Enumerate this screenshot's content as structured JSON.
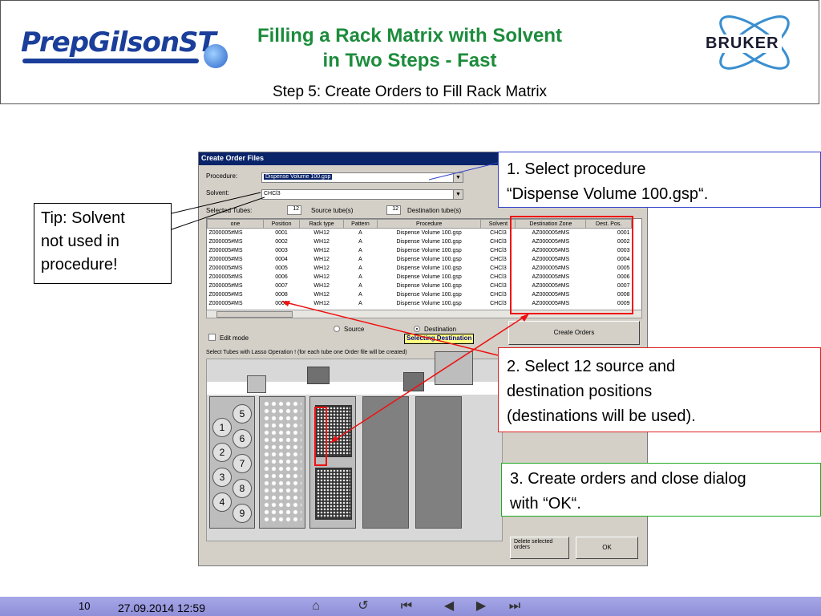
{
  "header": {
    "logo_text": "PrepGilsonST",
    "title_line1": "Filling a Rack Matrix with Solvent",
    "title_line2": "in Two Steps - Fast",
    "subtitle": "Step 5: Create Orders to Fill Rack Matrix",
    "brand": "BRUKER"
  },
  "dialog": {
    "title": "Create Order Files",
    "procedure_label": "Procedure:",
    "procedure_value": "Dispense Volume 100.gsp",
    "solvent_label": "Solvent:",
    "solvent_value": "CHCl3",
    "selected_tubes_label": "Selected Tubes:",
    "source_count": "12",
    "source_label": "Source tube(s)",
    "dest_count": "12",
    "dest_label": "Destination tube(s)",
    "columns": [
      "one",
      "Position",
      "Rack type",
      "Pattern",
      "Procedure",
      "Solvent",
      "Destination Zone",
      "Dest. Pos."
    ],
    "rows": [
      [
        "Z000005#MS",
        "0001",
        "WH12",
        "A",
        "Dispense Volume 100.gsp",
        "CHCl3",
        "AZ000005#MS",
        "0001"
      ],
      [
        "Z000005#MS",
        "0002",
        "WH12",
        "A",
        "Dispense Volume 100.gsp",
        "CHCl3",
        "AZ000005#MS",
        "0002"
      ],
      [
        "Z000005#MS",
        "0003",
        "WH12",
        "A",
        "Dispense Volume 100.gsp",
        "CHCl3",
        "AZ000005#MS",
        "0003"
      ],
      [
        "Z000005#MS",
        "0004",
        "WH12",
        "A",
        "Dispense Volume 100.gsp",
        "CHCl3",
        "AZ000005#MS",
        "0004"
      ],
      [
        "Z000005#MS",
        "0005",
        "WH12",
        "A",
        "Dispense Volume 100.gsp",
        "CHCl3",
        "AZ000005#MS",
        "0005"
      ],
      [
        "Z000005#MS",
        "0006",
        "WH12",
        "A",
        "Dispense Volume 100.gsp",
        "CHCl3",
        "AZ000005#MS",
        "0006"
      ],
      [
        "Z000005#MS",
        "0007",
        "WH12",
        "A",
        "Dispense Volume 100.gsp",
        "CHCl3",
        "AZ000005#MS",
        "0007"
      ],
      [
        "Z000005#MS",
        "0008",
        "WH12",
        "A",
        "Dispense Volume 100.gsp",
        "CHCl3",
        "AZ000005#MS",
        "0008"
      ],
      [
        "Z000005#MS",
        "0009",
        "WH12",
        "A",
        "Dispense Volume 100.gsp",
        "CHCl3",
        "AZ000005#MS",
        "0009"
      ]
    ],
    "edit_mode_label": "Edit mode",
    "radio_source": "Source",
    "radio_destination": "Destination",
    "selecting_badge": "Selecting Destination",
    "create_orders_button": "Create Orders",
    "lasso_hint": "Select Tubes with Lasso Operation ! (for each tube one Order file will be created)",
    "delete_button": "Delete selected orders",
    "ok_button": "OK",
    "rack_numbers": [
      "1",
      "2",
      "3",
      "4",
      "5",
      "6",
      "7",
      "8",
      "9"
    ]
  },
  "callouts": {
    "step1_line1": "1. Select procedure",
    "step1_line2": "“Dispense Volume 100.gsp“.",
    "tip_line1": "Tip: Solvent",
    "tip_line2": "not used in",
    "tip_line3": "procedure!",
    "step2_line1": "2. Select 12 source and",
    "step2_line2": "destination positions",
    "step2_line3": "(destinations will be used).",
    "step3_line1": "3. Create orders and close dialog",
    "step3_line2": "with “OK“."
  },
  "footer": {
    "page": "10",
    "datetime": "27.09.2014 12:59",
    "nav_icons": [
      "home-icon",
      "return-icon",
      "first-icon",
      "prev-icon",
      "next-icon",
      "last-icon"
    ]
  },
  "colors": {
    "title_green": "#1c8c3c",
    "brand_blue": "#1a3e9a",
    "callout_blue": "#3344cc",
    "callout_red": "#dd2222",
    "callout_green": "#22aa22",
    "footer_band": "#9a9ae0"
  }
}
